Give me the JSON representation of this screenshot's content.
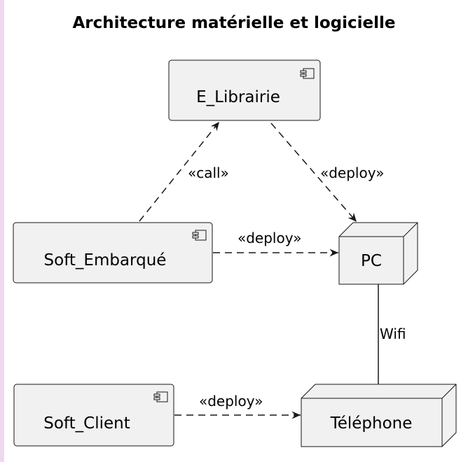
{
  "title": "Architecture matérielle et logicielle",
  "components": [
    {
      "id": "e_librairie",
      "label": "E_Librairie"
    },
    {
      "id": "soft_embarque",
      "label": "Soft_Embarqué"
    },
    {
      "id": "soft_client",
      "label": "Soft_Client"
    }
  ],
  "nodes": [
    {
      "id": "pc",
      "label": "PC"
    },
    {
      "id": "telephone",
      "label": "Téléphone"
    }
  ],
  "edges": [
    {
      "from": "soft_embarque",
      "to": "e_librairie",
      "style": "dashed",
      "label": "«call»"
    },
    {
      "from": "e_librairie",
      "to": "pc",
      "style": "dashed",
      "label": "«deploy»"
    },
    {
      "from": "soft_embarque",
      "to": "pc",
      "style": "dashed",
      "label": "«deploy»"
    },
    {
      "from": "pc",
      "to": "telephone",
      "style": "solid",
      "label": "Wifi"
    },
    {
      "from": "soft_client",
      "to": "telephone",
      "style": "dashed",
      "label": "«deploy»"
    }
  ],
  "colors": {
    "box_fill": "#f1f1f1",
    "stroke": "#181818",
    "background": "#ffffff"
  }
}
